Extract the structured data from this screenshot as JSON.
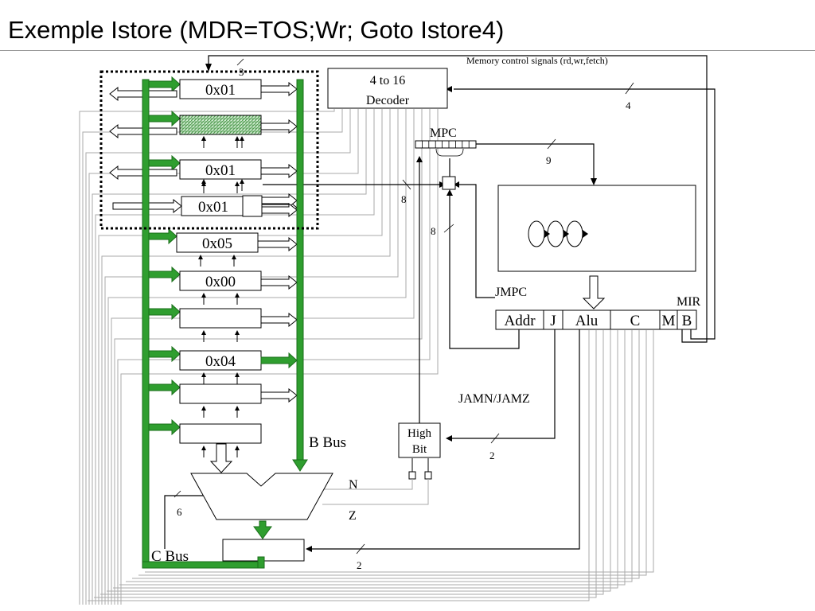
{
  "slide": {
    "title": "Exemple Istore (MDR=TOS;Wr; Goto Istore4)"
  },
  "colors": {
    "bus_green": "#2f9e2f",
    "bus_green_dark": "#1a6e1a",
    "hatch_green": "#7ec27e",
    "line_gray": "#aaaaaa",
    "ink": "#000000"
  },
  "registers": [
    {
      "value": "0x01"
    },
    {
      "value": "",
      "hatched": true
    },
    {
      "value": "0x01"
    },
    {
      "value": "0x01"
    },
    {
      "value": "0x05"
    },
    {
      "value": "0x00"
    },
    {
      "value": ""
    },
    {
      "value": "0x04"
    },
    {
      "value": ""
    },
    {
      "value": ""
    }
  ],
  "decoder": {
    "line1": "4 to 16",
    "line2": "Decoder"
  },
  "labels": {
    "memory_control": "Memory control signals (rd,wr,fetch)",
    "mpc": "MPC",
    "jmpc": "JMPC",
    "mir": "MIR",
    "jamn_jamz": "JAMN/JAMZ",
    "high_bit_1": "High",
    "high_bit_2": "Bit",
    "b_bus": "B Bus",
    "c_bus": "C Bus",
    "n": "N",
    "z": "Z"
  },
  "mir_fields": [
    "Addr",
    "J",
    "Alu",
    "C",
    "M",
    "B"
  ],
  "bus_widths": {
    "mem_ctrl": "3",
    "decoder_in": "4",
    "mpc_to_store": "9",
    "addr_to_mux": "8",
    "mdr_to_mux": "8",
    "alu_ctrl": "6",
    "jam": "2",
    "shift": "2"
  }
}
